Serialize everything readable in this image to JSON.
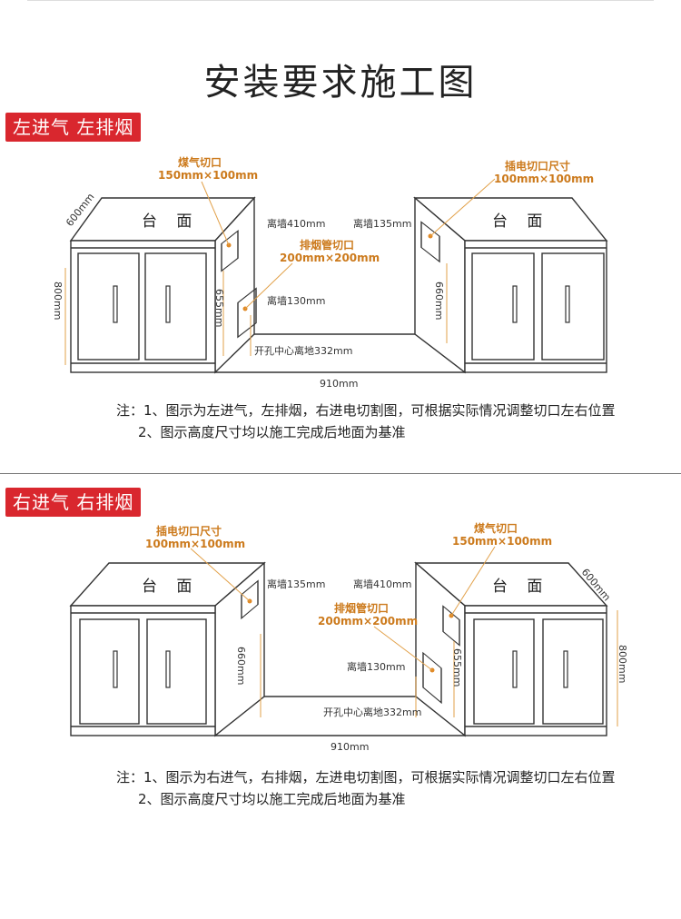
{
  "title": "安装要求施工图",
  "colors": {
    "badge": "#d9272e",
    "accent": "#cc7a1c",
    "lines": "#333333",
    "leader": "#e2a14a"
  },
  "section1": {
    "badge": "左进气 左排烟",
    "left_cabinet": {
      "top_label": "台 面",
      "depth": "600mm",
      "height": "800mm"
    },
    "right_cabinet": {
      "top_label": "台 面"
    },
    "gas_label": "煤气切口",
    "gas_size": "150mm×100mm",
    "power_label": "插电切口尺寸",
    "power_size": "100mm×100mm",
    "smoke_label": "排烟管切口",
    "smoke_size": "200mm×200mm",
    "wall410": "离墙410mm",
    "wall135": "离墙135mm",
    "wall130": "离墙130mm",
    "h655": "655mm",
    "h660": "660mm",
    "center": "开孔中心离地332mm",
    "width": "910mm",
    "note1": "注：1、图示为左进气，左排烟，右进电切割图，可根据实际情况调整切口左右位置",
    "note2": "2、图示高度尺寸均以施工完成后地面为基准"
  },
  "section2": {
    "badge": "右进气 右排烟",
    "left_cabinet": {
      "top_label": "台 面"
    },
    "right_cabinet": {
      "top_label": "台 面",
      "depth": "600mm",
      "height": "800mm"
    },
    "power_label": "插电切口尺寸",
    "power_size": "100mm×100mm",
    "gas_label": "煤气切口",
    "gas_size": "150mm×100mm",
    "smoke_label": "排烟管切口",
    "smoke_size": "200mm×200mm",
    "wall135": "离墙135mm",
    "wall410": "离墙410mm",
    "wall130": "离墙130mm",
    "h660": "660mm",
    "h655": "655mm",
    "center": "开孔中心离地332mm",
    "width": "910mm",
    "note1": "注：1、图示为右进气，右排烟，左进电切割图，可根据实际情况调整切口左右位置",
    "note2": "2、图示高度尺寸均以施工完成后地面为基准"
  }
}
